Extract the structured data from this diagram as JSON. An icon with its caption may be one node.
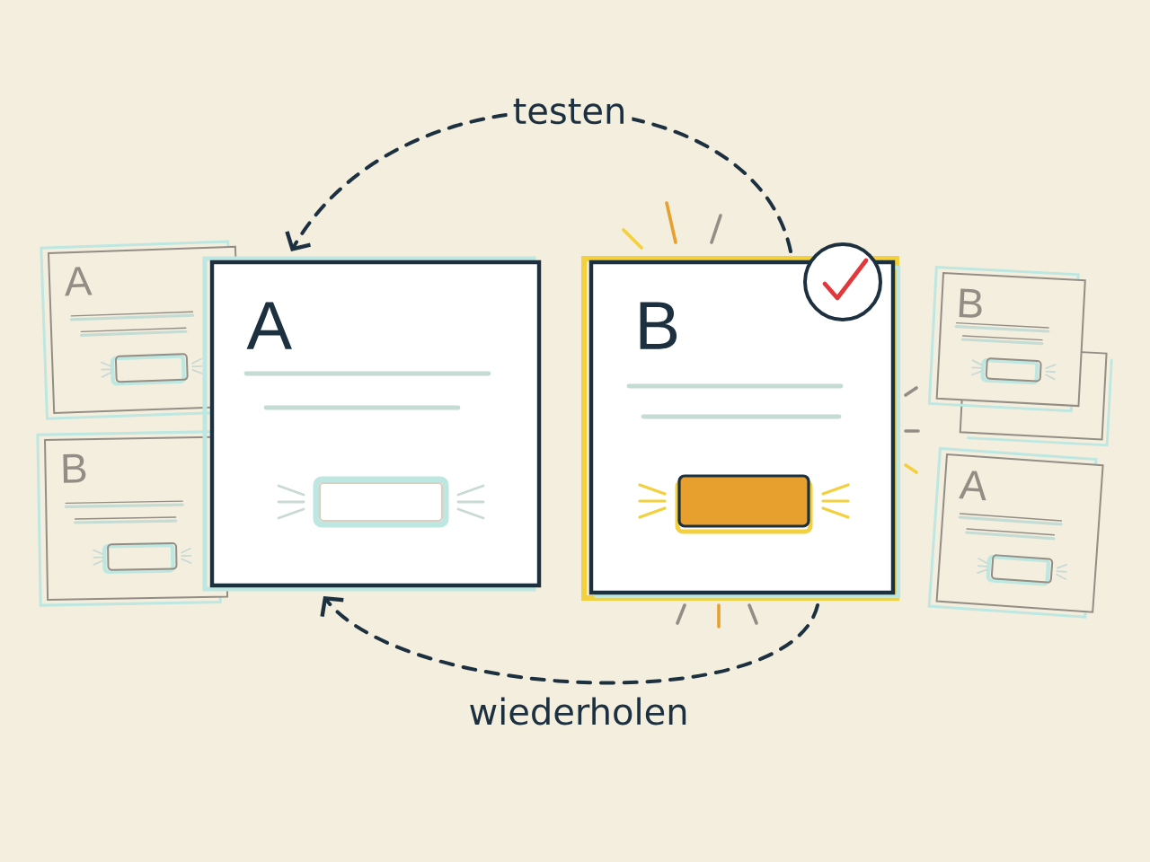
{
  "diagram": {
    "nodes": [
      {
        "text": [
          "A"
        ]
      },
      {
        "text": [
          "B"
        ]
      },
      {
        "text": [
          "A"
        ]
      },
      {
        "text": [
          "B"
        ]
      },
      {
        "text": [
          "B"
        ]
      },
      {
        "text": [
          "A"
        ]
      }
    ],
    "edges": [
      {
        "from": 3,
        "to": 2,
        "arrow": "to",
        "style": "dashed",
        "label": "testen"
      },
      {
        "from": 3,
        "to": 2,
        "arrow": "to",
        "style": "dashed",
        "label": "wiederholen"
      }
    ]
  }
}
